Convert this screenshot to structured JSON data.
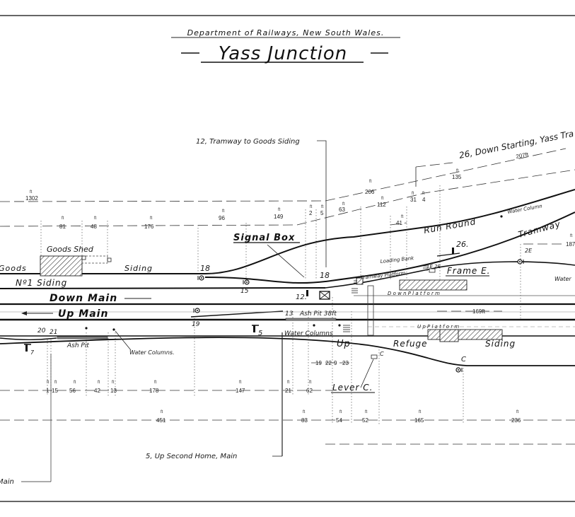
{
  "header": {
    "department": "Department of Railways, New South Wales.",
    "title": "Yass Junction"
  },
  "callouts": {
    "tramway_goods": "12, Tramway to Goods Siding",
    "down_starting": "26, Down Starting, Yass Tra",
    "up_second_home": "5, Up Second Home, Main",
    "left_main": "Main"
  },
  "tracks": {
    "goods": "Goods",
    "siding": "Siding",
    "no1_siding": "Nº1 Siding",
    "down_main": "Down Main",
    "up_main": "Up Main",
    "run_round": "Run Round",
    "tramway": "Tramway",
    "up": "Up",
    "refuge": "Refuge",
    "refuge_siding": "Siding"
  },
  "structures": {
    "goods_shed": "Goods Shed",
    "signal_box": "Signal Box",
    "frame_e": "Frame E.",
    "lever_c": "Lever C.",
    "loading_bank": "Loading Bank",
    "tramway_platform": "Tramway Platform",
    "down_platform": "D o w n          P l a t f o r m",
    "up_platform": "U p          P l a t f o r m",
    "ash_pit_left": "Ash Pit",
    "ash_pit_centre": "Ash Pit 38ft",
    "water_columns_left": "Water Columns.",
    "water_columns_centre": "Water Columns",
    "water_column_top": "Water Column",
    "water_right": "Water"
  },
  "signals": {
    "s18a": "18",
    "s18b": "18",
    "s15": "15",
    "s12": "12.",
    "s13": "13",
    "s19": "19",
    "s5": "5",
    "s20": "20",
    "s21": "21",
    "s7": "7",
    "s26": "26.",
    "s1e2e": "1E 2E",
    "s2e": "2E",
    "sc1": "C",
    "sc2": "C"
  },
  "dimensions": {
    "unit": "ft",
    "top_row": [
      "1302"
    ],
    "row_upper": [
      "81",
      "48",
      "176",
      "96",
      "149",
      "2",
      "5",
      "63",
      "112",
      "31",
      "4"
    ],
    "row_top_slant": [
      "206",
      "135",
      "207ft"
    ],
    "loading": [
      "41"
    ],
    "right_edge": "187",
    "platform_span": "169ft",
    "centre_small": [
      "19",
      "22",
      "9",
      "23"
    ],
    "row_lower": [
      "1",
      "15",
      "56",
      "42",
      "13",
      "178",
      "147",
      "21",
      "62"
    ],
    "row_bottom": [
      "451",
      "83",
      "54",
      "52",
      "165",
      "236"
    ]
  }
}
